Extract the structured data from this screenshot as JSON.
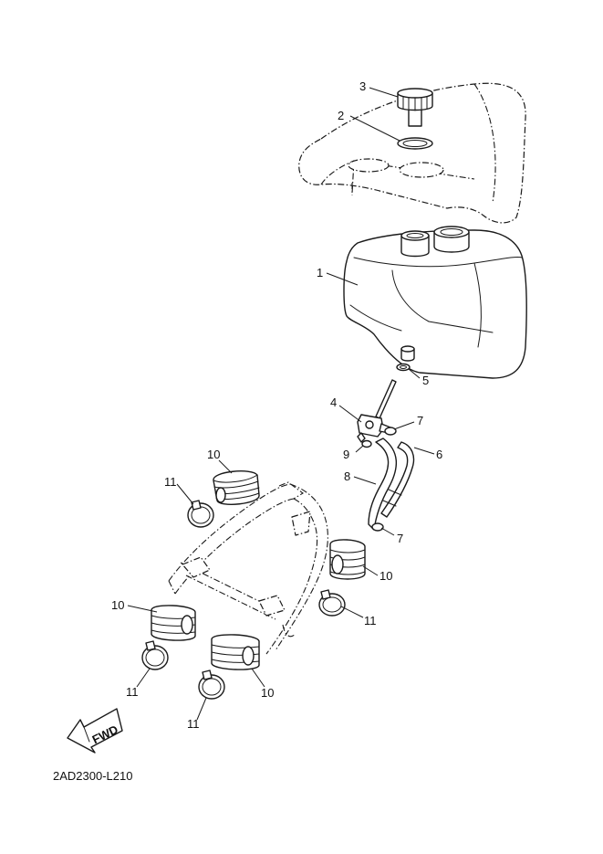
{
  "diagram": {
    "code": "2AD2300-L210",
    "forward_label": "FWD",
    "callouts": [
      {
        "id": "c1",
        "label": "1"
      },
      {
        "id": "c2",
        "label": "2"
      },
      {
        "id": "c3",
        "label": "3"
      },
      {
        "id": "c4",
        "label": "4"
      },
      {
        "id": "c5",
        "label": "5"
      },
      {
        "id": "c6",
        "label": "6"
      },
      {
        "id": "c7a",
        "label": "7"
      },
      {
        "id": "c7b",
        "label": "7"
      },
      {
        "id": "c8",
        "label": "8"
      },
      {
        "id": "c9",
        "label": "9"
      },
      {
        "id": "c10a",
        "label": "10"
      },
      {
        "id": "c10b",
        "label": "10"
      },
      {
        "id": "c10c",
        "label": "10"
      },
      {
        "id": "c10d",
        "label": "10"
      },
      {
        "id": "c11a",
        "label": "11"
      },
      {
        "id": "c11b",
        "label": "11"
      },
      {
        "id": "c11c",
        "label": "11"
      },
      {
        "id": "c11d",
        "label": "11"
      }
    ]
  }
}
